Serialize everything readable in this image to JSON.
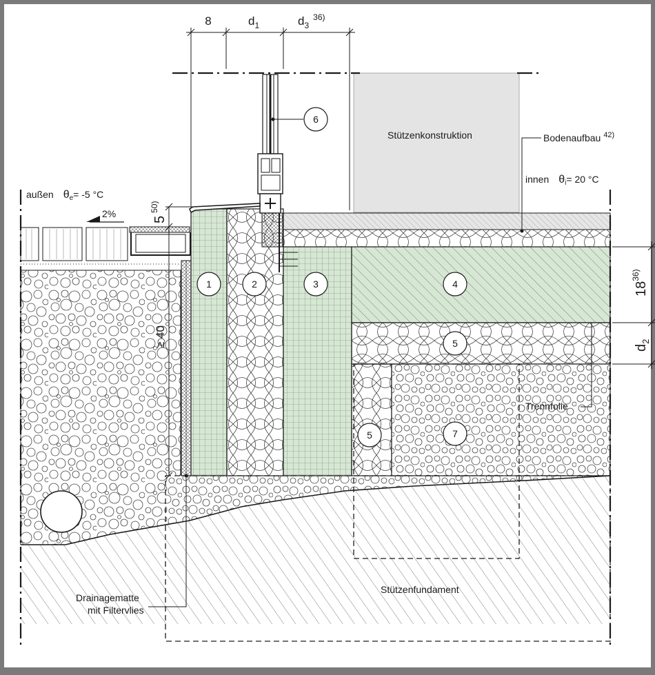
{
  "dimensions": {
    "top": [
      "8",
      "d",
      "1",
      "d",
      "3",
      "36)"
    ],
    "right_upper_value": "18",
    "right_upper_sup": "36)",
    "right_lower_main": "d",
    "right_lower_sub": "2",
    "left_vertical": "≥ 40",
    "left_small_value": "5",
    "left_small_sup": "50)"
  },
  "labels": {
    "outside_word": "außen",
    "outside_symbol": "θ",
    "outside_sub": "e",
    "outside_value": "=   -5 °C",
    "slope": "2%",
    "inside_word": "innen",
    "inside_symbol": "θ",
    "inside_sub": "i",
    "inside_value": "=   20 °C",
    "column_construction": "Stützenkonstruktion",
    "floor_build": "Bodenaufbau",
    "floor_build_sup": "42)",
    "separation_foil": "Trennfolie",
    "drainage_line1": "Drainagematte",
    "drainage_line2": "mit Filtervlies",
    "column_foundation": "Stützenfundament"
  },
  "markers": [
    "1",
    "2",
    "3",
    "4",
    "5",
    "5",
    "6",
    "7"
  ],
  "colors": {
    "frame": "#7a7a7a",
    "paper": "#ffffff",
    "green": "#d6e8d3",
    "grey_block": "#e4e4e4",
    "line": "#1a1a1a"
  }
}
